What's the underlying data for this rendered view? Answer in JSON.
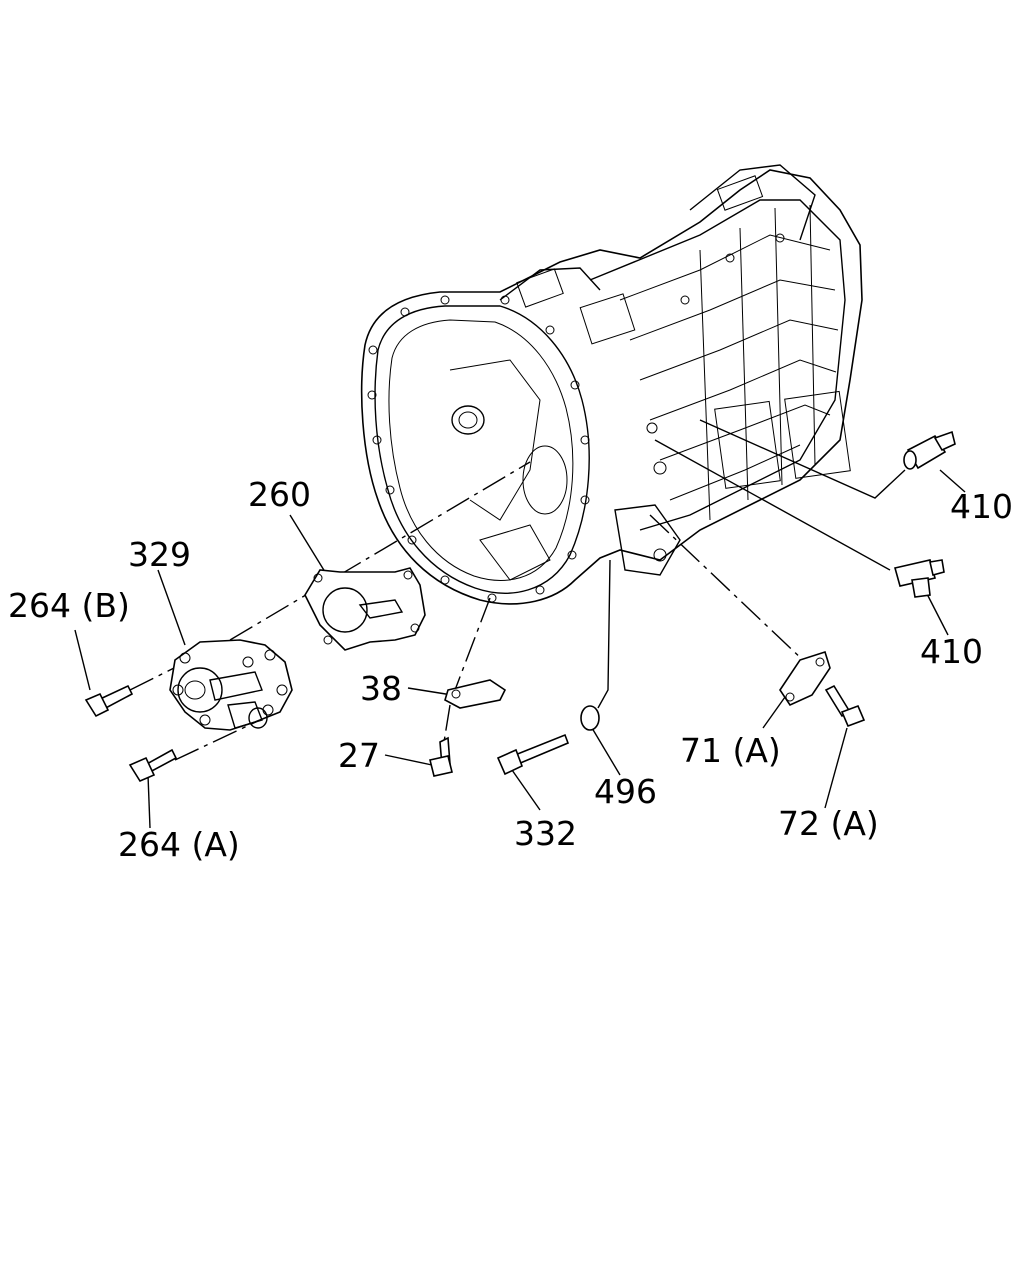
{
  "labels": {
    "l260": "260",
    "l329": "329",
    "l264b": "264 (B)",
    "l264a": "264 (A)",
    "l38": "38",
    "l27": "27",
    "l332": "332",
    "l496": "496",
    "l71a": "71 (A)",
    "l72a": "72 (A)",
    "l410_top": "410",
    "l410_bottom": "410"
  }
}
